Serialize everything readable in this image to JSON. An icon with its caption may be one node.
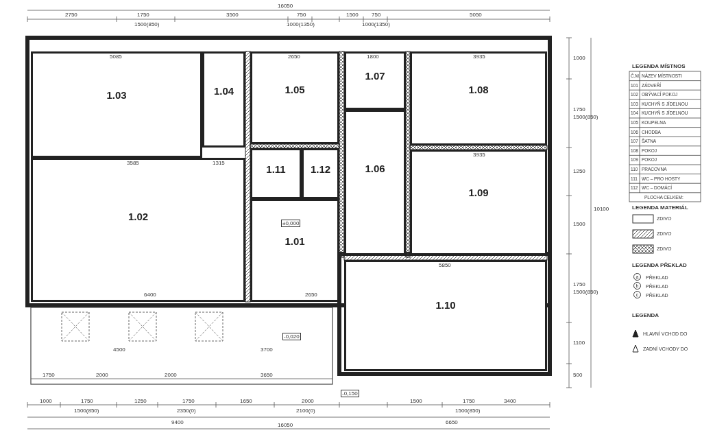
{
  "diagram": {
    "nodes": [
      {
        "text": [
          "1.01"
        ]
      },
      {
        "text": [
          "1.02"
        ]
      },
      {
        "text": [
          "1.03"
        ]
      },
      {
        "text": [
          "1.04"
        ]
      },
      {
        "text": [
          "1.05"
        ]
      },
      {
        "text": [
          "1.06"
        ]
      },
      {
        "text": [
          "1.07"
        ]
      },
      {
        "text": [
          "1.08"
        ]
      },
      {
        "text": [
          "1.09"
        ]
      },
      {
        "text": [
          "1.10"
        ]
      },
      {
        "text": [
          "1.11"
        ]
      },
      {
        "text": [
          "1.12"
        ]
      }
    ],
    "edges": [],
    "labels": [
      "16050",
      "2750",
      "1750",
      "1500(850)",
      "3500",
      "750",
      "1000(1350)",
      "1500",
      "750",
      "1000(1350)",
      "5050",
      "1000",
      "1750",
      "1500(850)",
      "1250",
      "1500",
      "1750",
      "1500(850)",
      "1100",
      "500",
      "10100",
      "1000",
      "1750",
      "1500(850)",
      "1250",
      "1750",
      "2350(0)",
      "1650",
      "2000",
      "2100(0)",
      "1500",
      "1750",
      "1500(850)",
      "3400",
      "9400",
      "6650",
      "16050",
      "1750",
      "2000",
      "2000",
      "3650",
      "4500",
      "3700",
      "5085",
      "2650",
      "1800",
      "3935",
      "3585",
      "1315",
      "6400",
      "5850",
      "3935",
      "2650",
      "±0,000",
      "-0,020",
      "-0,150",
      "LEGENDA MÍSTNOS",
      "Č.M.",
      "NÁZEV MÍSTNOSTI",
      "101",
      "ZÁDVEŘÍ",
      "102",
      "OBÝVACÍ POKOJ",
      "103",
      "KUCHYŇ S JÍDELNOU",
      "104",
      "KUCHYŇ S JÍDELNOU",
      "105",
      "KOUPELNA",
      "106",
      "CHODBA",
      "107",
      "ŠATNA",
      "108",
      "POKOJ",
      "109",
      "POKOJ",
      "110",
      "PRACOVNA",
      "111",
      "WC – PRO HOSTY",
      "112",
      "WC – DOMÁCÍ",
      "PLOCHA CELKEM:",
      "LEGENDA MATERIÁL",
      "LEGENDA PŘEKLAD",
      "a",
      "b",
      "c",
      "LEGENDA"
    ],
    "legend": [
      {
        "text": "ZDIVO"
      },
      {
        "text": "ZDIVO"
      },
      {
        "text": "ZDIVO"
      },
      {
        "text": "PŘEKLAD"
      },
      {
        "text": "PŘEKLAD"
      },
      {
        "text": "PŘEKLAD"
      },
      {
        "text": "HLAVNÍ VCHOD DO"
      },
      {
        "text": "ZADNÍ VCHODY DO"
      }
    ]
  }
}
